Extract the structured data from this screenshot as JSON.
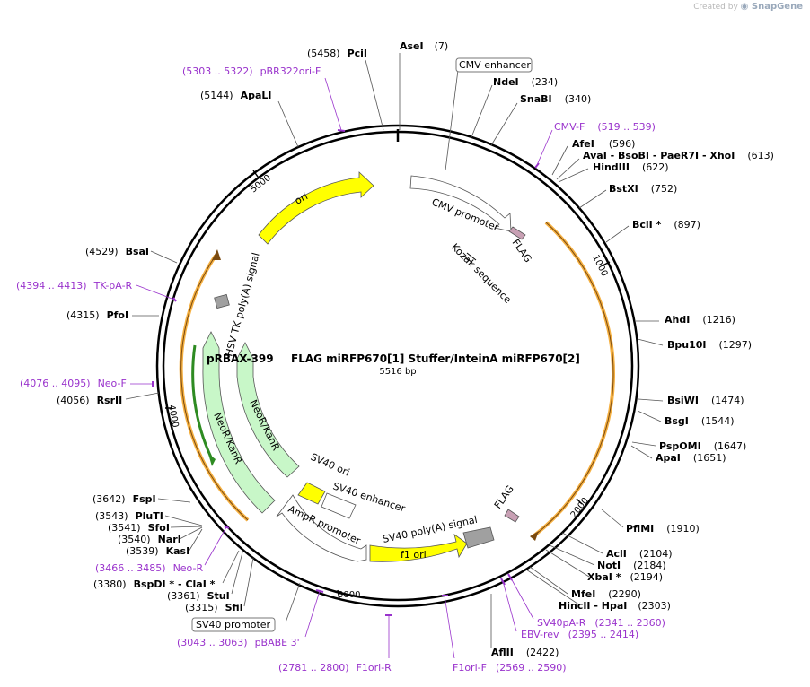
{
  "credit": {
    "created_by": "Created by",
    "brand": "SnapGene"
  },
  "plasmid": {
    "name": "pRBAX-399",
    "insert": "FLAG miRFP670[1] Stuffer/InteinA miRFP670[2]",
    "size_label": "5516 bp",
    "length": 5516
  },
  "ticks": [
    "1000",
    "2000",
    "3000",
    "4000",
    "5000"
  ],
  "sites": [
    {
      "name": "AseI",
      "pos": "(7)"
    },
    {
      "name": "NdeI",
      "pos": "(234)"
    },
    {
      "name": "SnaBI",
      "pos": "(340)"
    },
    {
      "name": "AfeI",
      "pos": "(596)"
    },
    {
      "name": "AvaI",
      "pos": "(613)"
    },
    {
      "name": "BsoBI",
      "pos": ""
    },
    {
      "name": "PaeR7I",
      "pos": ""
    },
    {
      "name": "XhoI",
      "pos": ""
    },
    {
      "name": "HindIII",
      "pos": "(622)"
    },
    {
      "name": "BstXI",
      "pos": "(752)"
    },
    {
      "name": "BclI *",
      "pos": "(897)"
    },
    {
      "name": "AhdI",
      "pos": "(1216)"
    },
    {
      "name": "Bpu10I",
      "pos": "(1297)"
    },
    {
      "name": "BsiWI",
      "pos": "(1474)"
    },
    {
      "name": "BsgI",
      "pos": "(1544)"
    },
    {
      "name": "PspOMI",
      "pos": "(1647)"
    },
    {
      "name": "ApaI",
      "pos": "(1651)"
    },
    {
      "name": "PflMI",
      "pos": "(1910)"
    },
    {
      "name": "AclI",
      "pos": "(2104)"
    },
    {
      "name": "NotI",
      "pos": "(2184)"
    },
    {
      "name": "XbaI *",
      "pos": "(2194)"
    },
    {
      "name": "MfeI",
      "pos": "(2290)"
    },
    {
      "name": "HincII",
      "pos": "(2303)"
    },
    {
      "name": "HpaI",
      "pos": ""
    },
    {
      "name": "AflII",
      "pos": "(2422)"
    },
    {
      "name": "SfiI",
      "pos": "(3315)"
    },
    {
      "name": "StuI",
      "pos": "(3361)"
    },
    {
      "name": "BspDI *",
      "pos": "(3380)"
    },
    {
      "name": "ClaI *",
      "pos": ""
    },
    {
      "name": "KasI",
      "pos": "(3539)"
    },
    {
      "name": "NarI",
      "pos": "(3540)"
    },
    {
      "name": "SfoI",
      "pos": "(3541)"
    },
    {
      "name": "PluTI",
      "pos": "(3543)"
    },
    {
      "name": "FspI",
      "pos": "(3642)"
    },
    {
      "name": "RsrII",
      "pos": "(4056)"
    },
    {
      "name": "PfoI",
      "pos": "(4315)"
    },
    {
      "name": "BsaI",
      "pos": "(4529)"
    },
    {
      "name": "ApaLI",
      "pos": "(5144)"
    },
    {
      "name": "PciI",
      "pos": "(5458)"
    }
  ],
  "primers": [
    {
      "name": "pBR322ori-F",
      "range": "(5303 .. 5322)"
    },
    {
      "name": "CMV-F",
      "range": "(519 .. 539)"
    },
    {
      "name": "TK-pA-R",
      "range": "(4394 .. 4413)"
    },
    {
      "name": "Neo-F",
      "range": "(4076 .. 4095)"
    },
    {
      "name": "Neo-R",
      "range": "(3466 .. 3485)"
    },
    {
      "name": "pBABE 3'",
      "range": "(3043 .. 3063)"
    },
    {
      "name": "F1ori-R",
      "range": "(2781 .. 2800)"
    },
    {
      "name": "F1ori-F",
      "range": "(2569 .. 2590)"
    },
    {
      "name": "EBV-rev",
      "range": "(2395 .. 2414)"
    },
    {
      "name": "SV40pA-R",
      "range": "(2341 .. 2360)"
    }
  ],
  "boxed_labels": [
    "CMV enhancer",
    "SV40 promoter"
  ],
  "features": {
    "ori": "ori",
    "cmv_promoter": "CMV promoter",
    "flag_1": "FLAG",
    "flag_2": "FLAG",
    "kozak": "Kozak sequence",
    "hsv_tk": "HSV TK poly(A) signal",
    "neor_outer": "NeoR/KanR",
    "neor_inner": "NeoR/KanR",
    "sv40_ori": "SV40 ori",
    "sv40_enhancer": "SV40 enhancer",
    "ampr_promoter": "AmpR promoter",
    "sv40_polya": "SV40 poly(A) signal",
    "f1_ori": "f1 ori"
  },
  "colors": {
    "backbone": "#000000",
    "primer": "#9932cc",
    "ori": "#ffff00",
    "promoter": "#ffffff",
    "neor": "#c8f7c8",
    "flag": "#c8a0b4",
    "polya": "#a0a0a0",
    "insert_arc": "#f5b041"
  }
}
